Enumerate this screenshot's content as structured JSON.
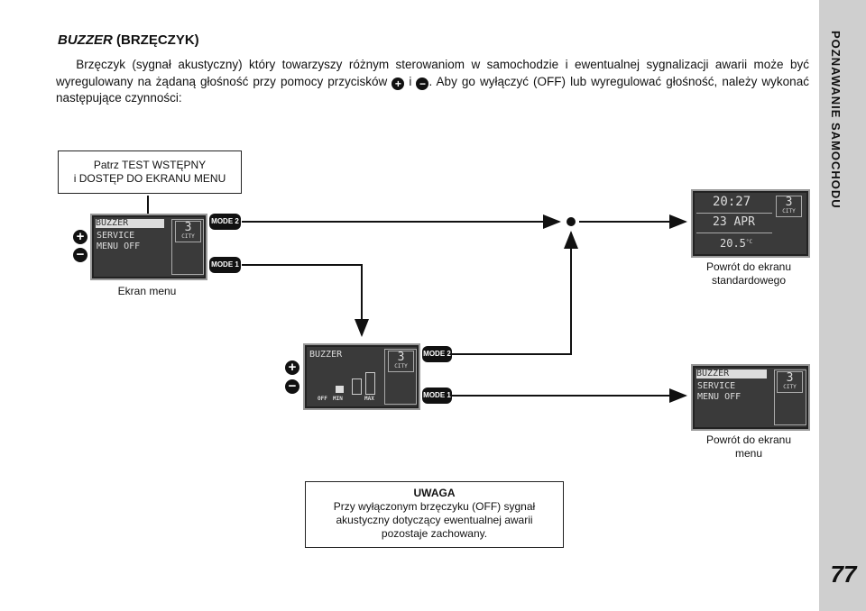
{
  "sidebar": {
    "section_title": "POZNAWANIE SAMOCHODU",
    "page_number": "77"
  },
  "heading": {
    "main": "BUZZER",
    "sub": "(BRZĘCZYK)"
  },
  "intro": {
    "part1": "Brzęczyk (sygnał akustyczny) który towarzyszy różnym sterowaniom w samochodzie i ewentualnej sygnalizacji awarii może być wyregulowany na żądaną głośność przy pomocy przycisków",
    "connector": "i",
    "part2": ". Aby go wyłączyć (OFF) lub wyregulować głośność, należy wykonać następujące czynności:"
  },
  "note_box": {
    "line1": "Patrz TEST WSTĘPNY",
    "line2": "i DOSTĘP DO EKRANU MENU"
  },
  "menu_screen": {
    "line1": "BUZZER",
    "line2": "SERVICE",
    "line3": "MENU OFF",
    "indicator_value": "3",
    "indicator_label": "CITY",
    "caption": "Ekran menu"
  },
  "modes": {
    "mode1": "MODE 1",
    "mode2": "MODE 2"
  },
  "buttons": {
    "plus": "+",
    "minus": "−"
  },
  "standard_screen": {
    "time": "20:27",
    "date": "23 APR",
    "temp": "20.5",
    "temp_unit": "°C",
    "indicator_value": "3",
    "indicator_label": "CITY",
    "caption_line1": "Powrót do ekranu",
    "caption_line2": "standardowego"
  },
  "buzzer_screen": {
    "title": "BUZZER",
    "indicator_value": "3",
    "indicator_label": "CITY",
    "off": "OFF",
    "min": "MIN",
    "max": "MAX"
  },
  "menu_return_screen": {
    "line1": "BUZZER",
    "line2": "SERVICE",
    "line3": "MENU OFF",
    "indicator_value": "3",
    "indicator_label": "CITY",
    "caption_line1": "Powrót do ekranu",
    "caption_line2": "menu"
  },
  "warning": {
    "title": "UWAGA",
    "line1": "Przy wyłączonym brzęczyku (OFF) sygnał",
    "line2": "akustyczny dotyczący ewentualnej awarii",
    "line3": "pozostaje zachowany."
  }
}
